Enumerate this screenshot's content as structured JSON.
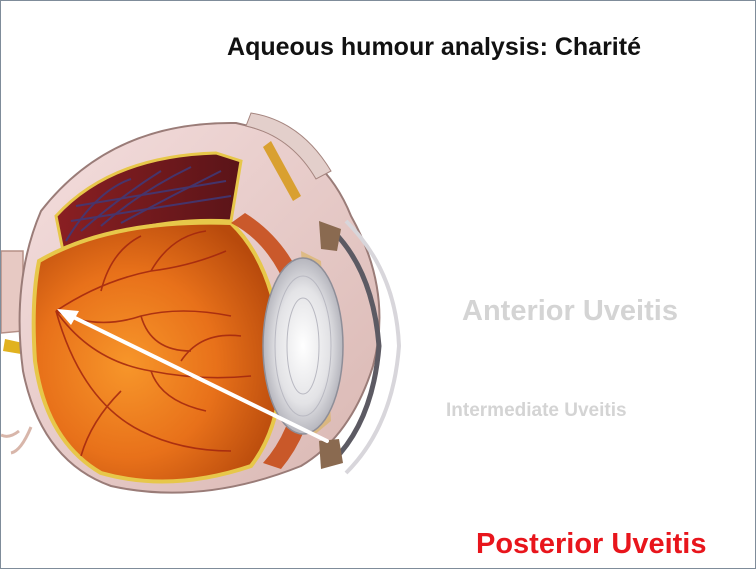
{
  "slide": {
    "title": "Aqueous humour analysis: Charité",
    "labels": [
      {
        "text": "Anterior Uveitis",
        "color": "#d4d4d4",
        "highlighted": false
      },
      {
        "text": "Intermediate Uveitis",
        "color": "#d4d4d4",
        "highlighted": false
      },
      {
        "text": "Posterior Uveitis",
        "color": "#e8151c",
        "highlighted": true
      }
    ],
    "illustration": {
      "subject": "eye-cross-section-icon",
      "arrow_color": "#ffffff"
    }
  }
}
